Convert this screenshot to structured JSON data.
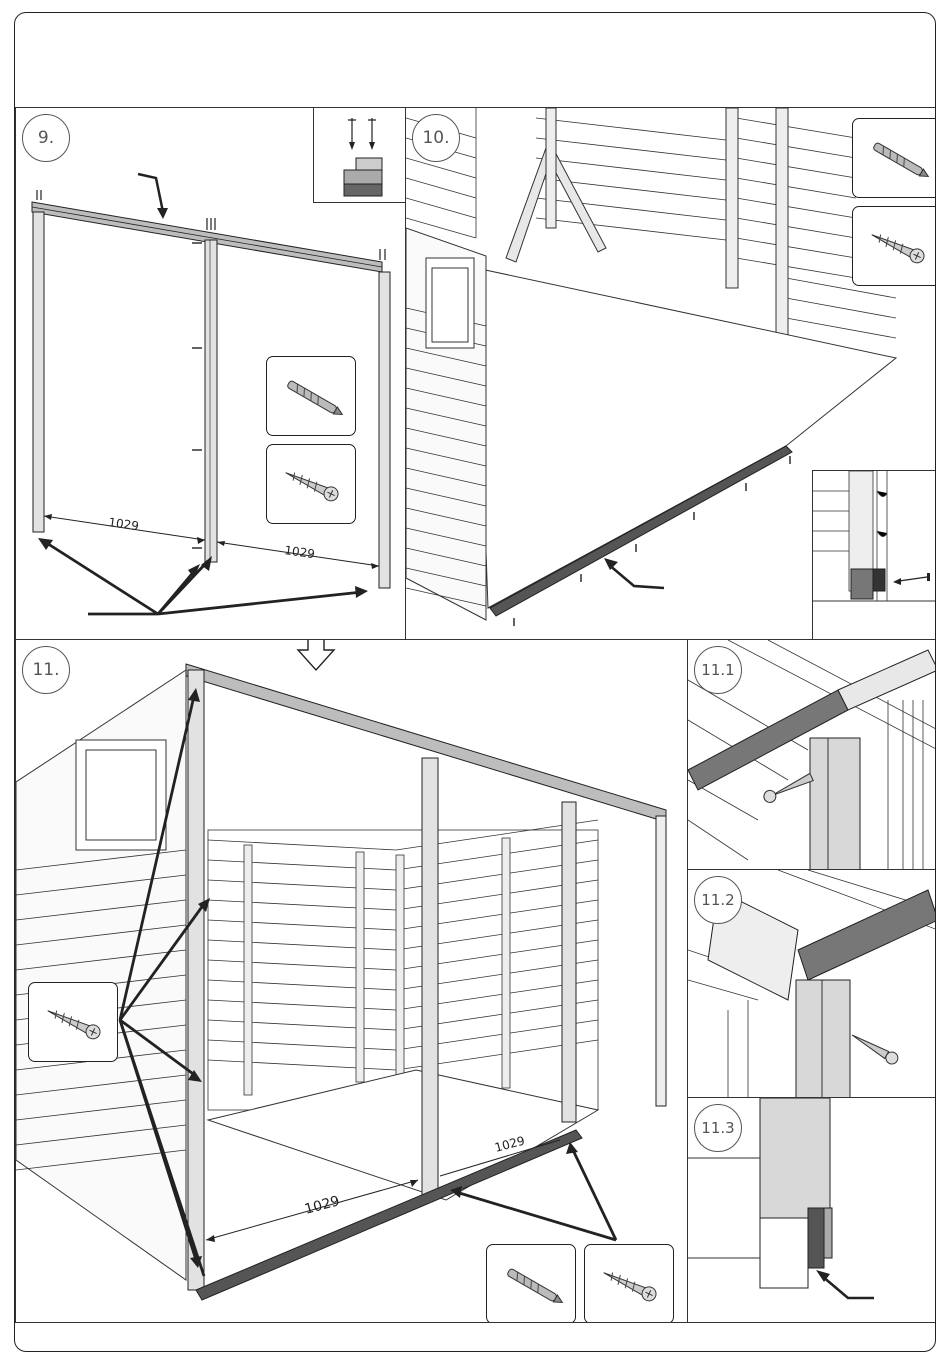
{
  "steps": {
    "s9": {
      "label": "9.",
      "dim_left": "1029",
      "dim_right": "1029"
    },
    "s10": {
      "label": "10."
    },
    "s11": {
      "label": "11.",
      "dim_left": "1029",
      "dim_right": "1029"
    },
    "s11_1": {
      "label": "11.1"
    },
    "s11_2": {
      "label": "11.2"
    },
    "s11_3": {
      "label": "11.3"
    }
  },
  "icons": [
    "drill-bit-icon",
    "screw-icon",
    "nail-icon",
    "arrow-down-icon"
  ],
  "colors": {
    "line": "#222222",
    "gray": "#8a8a8a",
    "light": "#d6d6d6",
    "dark": "#555555"
  }
}
